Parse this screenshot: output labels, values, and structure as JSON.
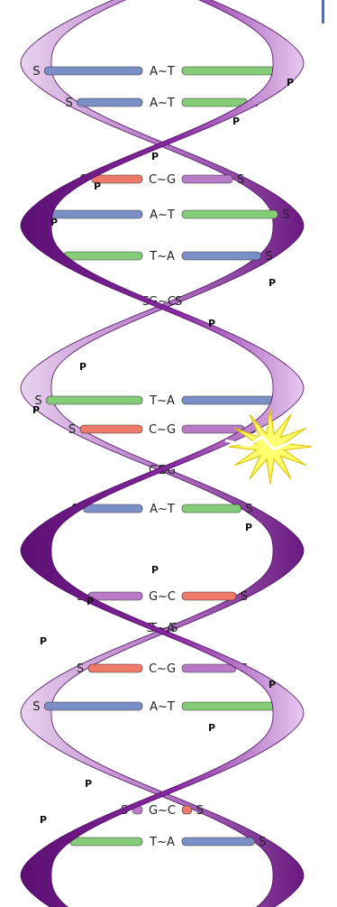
{
  "colors": {
    "strand": "#7a1f8e",
    "strand_light": "#c48fd2",
    "strand_dark": "#4f0d63",
    "A": "#7b8fc7",
    "T": "#85cc78",
    "G": "#b77bc7",
    "C": "#ee7a6a",
    "break": "#ffff66"
  },
  "labels": {
    "sugar": "S",
    "phosphate": "P"
  },
  "base_pairs": [
    {
      "text": "A~T",
      "left": "A",
      "right": "T"
    },
    {
      "text": "A~T",
      "left": "A",
      "right": "T"
    },
    {
      "text": "C~G",
      "left": "C",
      "right": "G"
    },
    {
      "text": "A~T",
      "left": "A",
      "right": "T"
    },
    {
      "text": "T~A",
      "left": "T",
      "right": "A"
    },
    {
      "text": "G~C",
      "left": "G",
      "right": "C"
    },
    {
      "text": "T~A",
      "left": "T",
      "right": "A"
    },
    {
      "text": "C~G",
      "left": "C",
      "right": "G"
    },
    {
      "text": "C~G",
      "left": "C",
      "right": "G"
    },
    {
      "text": "A~T",
      "left": "A",
      "right": "T"
    },
    {
      "text": "G~C",
      "left": "G",
      "right": "C"
    },
    {
      "text": "T~A",
      "left": "T",
      "right": "A"
    },
    {
      "text": "C~G",
      "left": "C",
      "right": "G"
    },
    {
      "text": "A~T",
      "left": "A",
      "right": "T"
    },
    {
      "text": "G~C",
      "left": "G",
      "right": "C"
    },
    {
      "text": "T~A",
      "left": "T",
      "right": "A"
    }
  ]
}
